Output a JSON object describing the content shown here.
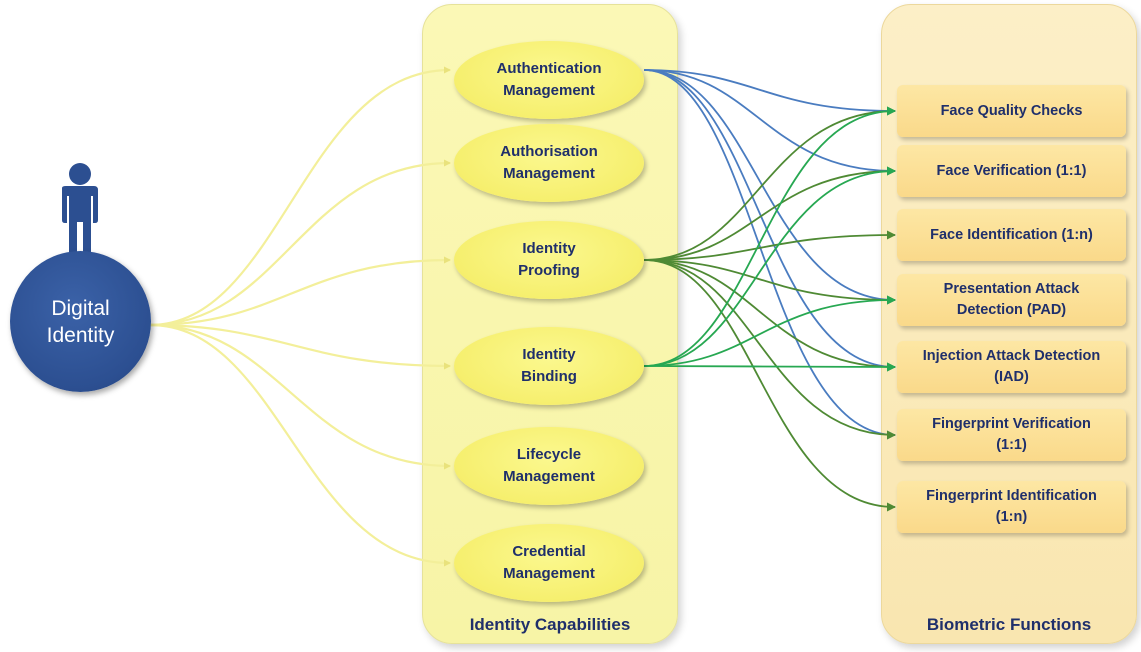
{
  "source_node": {
    "label": "Digital\nIdentity",
    "icon": "person-icon"
  },
  "identity_capabilities": {
    "title": "Identity Capabilities",
    "items": [
      {
        "id": "auth",
        "label": "Authentication\nManagement"
      },
      {
        "id": "authz",
        "label": "Authorisation\nManagement"
      },
      {
        "id": "proof",
        "label": "Identity\nProofing"
      },
      {
        "id": "bind",
        "label": "Identity\nBinding"
      },
      {
        "id": "life",
        "label": "Lifecycle\nManagement"
      },
      {
        "id": "cred",
        "label": "Credential\nManagement"
      }
    ]
  },
  "biometric_functions": {
    "title": "Biometric Functions",
    "items": [
      {
        "id": "fqc",
        "label": "Face  Quality Checks"
      },
      {
        "id": "fv",
        "label": "Face Verification (1:1)"
      },
      {
        "id": "fi",
        "label": "Face Identification (1:n)"
      },
      {
        "id": "pad",
        "label": "Presentation Attack\nDetection (PAD)"
      },
      {
        "id": "iad",
        "label": "Injection Attack Detection\n(IAD)"
      },
      {
        "id": "fpv",
        "label": "Fingerprint Verification\n(1:1)"
      },
      {
        "id": "fpi",
        "label": "Fingerprint Identification\n(1:n)"
      }
    ]
  },
  "links": [
    {
      "from": "auth",
      "to": "fqc"
    },
    {
      "from": "auth",
      "to": "fv"
    },
    {
      "from": "auth",
      "to": "pad"
    },
    {
      "from": "auth",
      "to": "iad"
    },
    {
      "from": "auth",
      "to": "fpv"
    },
    {
      "from": "proof",
      "to": "fqc"
    },
    {
      "from": "proof",
      "to": "fv"
    },
    {
      "from": "proof",
      "to": "fi"
    },
    {
      "from": "proof",
      "to": "pad"
    },
    {
      "from": "proof",
      "to": "iad"
    },
    {
      "from": "proof",
      "to": "fpv"
    },
    {
      "from": "proof",
      "to": "fpi"
    },
    {
      "from": "bind",
      "to": "fqc"
    },
    {
      "from": "bind",
      "to": "fv"
    },
    {
      "from": "bind",
      "to": "pad"
    },
    {
      "from": "bind",
      "to": "iad"
    }
  ],
  "colors": {
    "source_links": "#f3ef9a",
    "auth_links": "#4a7cc0",
    "proof_links": "#4f8a34",
    "bind_links": "#27a852",
    "text": "#1f2f6b",
    "source_fill": "#2c4f91"
  }
}
